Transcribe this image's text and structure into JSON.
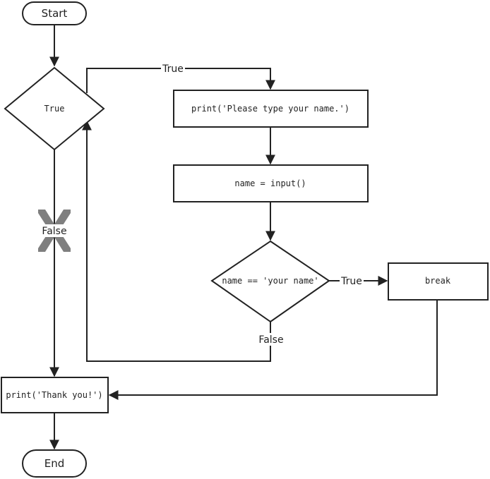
{
  "nodes": {
    "start": "Start",
    "loop_condition": "True",
    "print_prompt": "print('Please type your name.')",
    "assign_input": "name = input()",
    "name_check": "name == 'your name'",
    "break_stmt": "break",
    "print_thanks": "print('Thank you!')",
    "end": "End"
  },
  "edge_labels": {
    "loop_true": "True",
    "loop_false": "False",
    "check_true": "True",
    "check_false": "False"
  },
  "colors": {
    "stroke": "#222222",
    "blocked_mark": "#7f7f7f"
  },
  "icons": {
    "blocked_path": "x-mark-icon"
  }
}
